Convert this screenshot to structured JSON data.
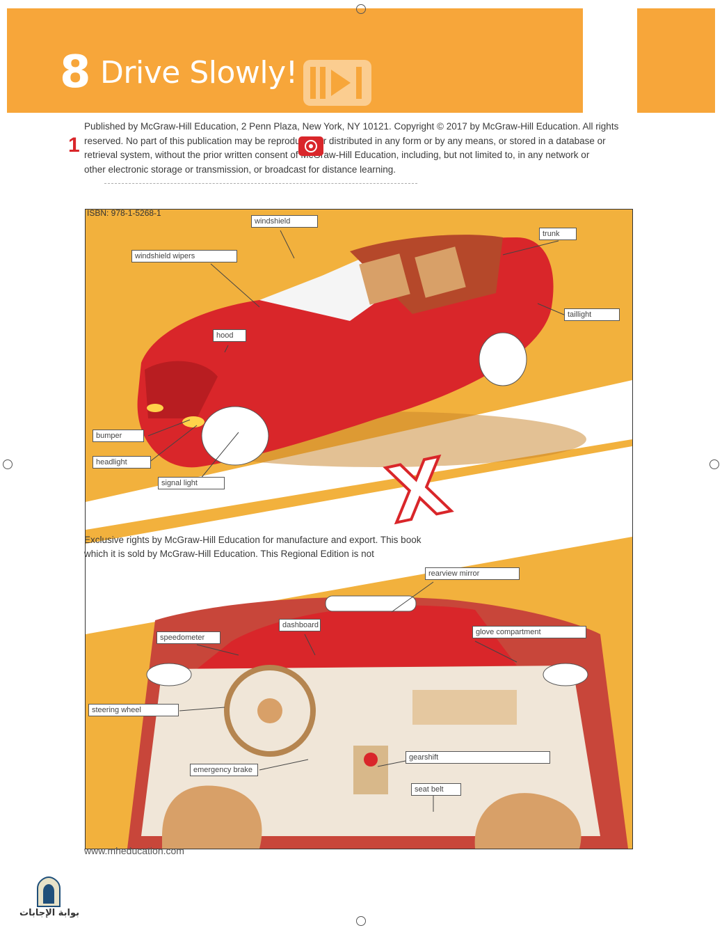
{
  "header": {
    "unit_number": "8",
    "title": "Drive Slowly!"
  },
  "item_number": "1",
  "copyright": {
    "line1": "Published by McGraw-Hill Education, 2 Penn Plaza, New York, NY 10121. Copyright © 2017 by McGraw-Hill Education. All rights",
    "line2": "reserved. No part of this publication may be reproduced or distributed in any form or by any means, or stored in a database or",
    "line3": "retrieval system, without the prior written consent of McGraw-Hill Education, including, but not limited to, in any network or",
    "line4": "other electronic storage or transmission, or broadcast for distance learning."
  },
  "isbn": "ISBN: 978-1-5268-1",
  "exterior_labels": {
    "windshield": "windshield",
    "windshield_wipers": "windshield wipers",
    "hood": "hood",
    "trunk": "trunk",
    "taillight": "taillight",
    "bumper": "bumper",
    "headlight": "headlight",
    "signal_light": "signal light"
  },
  "interior_labels": {
    "rearview_mirror": "rearview mirror",
    "dashboard": "dashboard",
    "speedometer": "speedometer",
    "glove_compartment": "glove compartment",
    "steering_wheel": "steering wheel",
    "seat_belt": "seat belt",
    "gearshift": "gearshift",
    "emergency_brake": "emergency brake"
  },
  "exclusive": {
    "line1": "Exclusive rights by McGraw-Hill Education for manufacture and export. This book",
    "line2": "which it is sold by McGraw-Hill Education. This Regional Edition is not"
  },
  "overlay_mark": "X",
  "footer": {
    "url": "www.mheducation.com",
    "site_logo_text": "بوابة الإجابات"
  },
  "colors": {
    "header_orange": "#f7a63a",
    "car_red": "#d9262a",
    "panel_orange": "#f2b13d"
  }
}
